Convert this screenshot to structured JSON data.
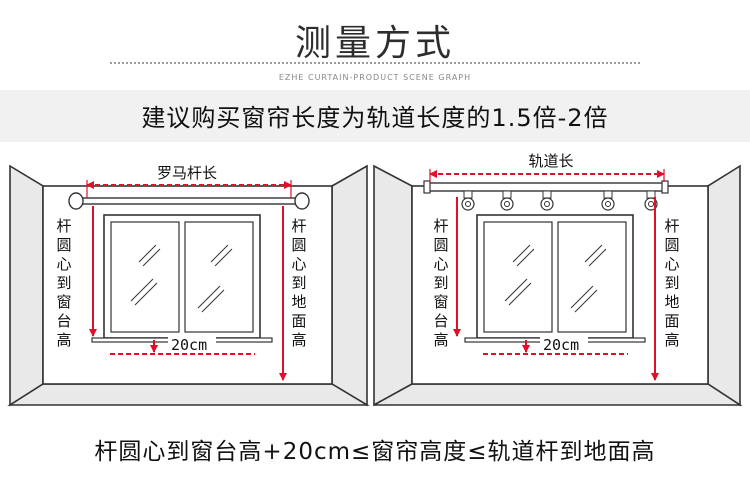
{
  "header": {
    "title": "测量方式",
    "caption": "EZHE CURTAIN-PRODUCT SCENE GRAPH",
    "subtitle": "建议购买窗帘长度为轨道长度的1.5倍-2倍"
  },
  "left_diagram": {
    "top_label": "罗马杆长",
    "left_vertical": "杆圆心到窗台高",
    "right_vertical": "杆圆心到地面高",
    "offset_label": "20cm"
  },
  "right_diagram": {
    "top_label": "轨道长",
    "left_vertical": "杆圆心到窗台高",
    "right_vertical": "杆圆心到地面高",
    "offset_label": "20cm"
  },
  "footer": {
    "formula": "杆圆心到窗台高+20cm≤窗帘高度≤轨道杆到地面高"
  },
  "colors": {
    "arrow": "#e0102a",
    "wall_fill": "#e9e9e9",
    "outline": "#333333"
  }
}
